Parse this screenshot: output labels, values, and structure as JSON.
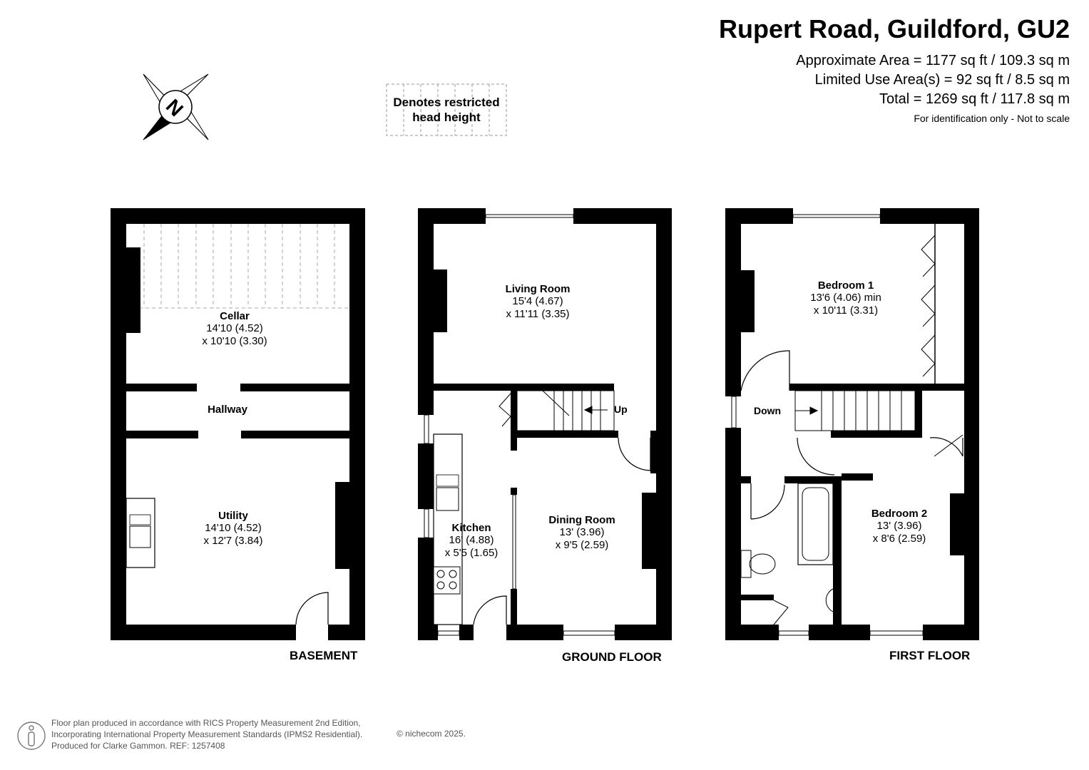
{
  "header": {
    "title": "Rupert Road, Guildford, GU2",
    "approx_area": "Approximate Area = 1177 sq ft / 109.3 sq m",
    "limited_use": "Limited Use Area(s) = 92 sq ft / 8.5 sq m",
    "total": "Total = 1269 sq ft / 117.8 sq m",
    "note": "For identification only - Not to scale"
  },
  "legend": {
    "line1": "Denotes restricted",
    "line2": "head height"
  },
  "compass": {
    "letter": "N"
  },
  "basement": {
    "label": "BASEMENT",
    "cellar": {
      "name": "Cellar",
      "dim1": "14'10 (4.52)",
      "dim2": "x 10'10 (3.30)"
    },
    "hallway": {
      "name": "Hallway"
    },
    "utility": {
      "name": "Utility",
      "dim1": "14'10 (4.52)",
      "dim2": "x 12'7 (3.84)"
    }
  },
  "ground": {
    "label": "GROUND FLOOR",
    "living": {
      "name": "Living Room",
      "dim1": "15'4 (4.67)",
      "dim2": "x 11'11 (3.35)"
    },
    "kitchen": {
      "name": "Kitchen",
      "dim1": "16' (4.88)",
      "dim2": "x 5'5 (1.65)"
    },
    "dining": {
      "name": "Dining Room",
      "dim1": "13' (3.96)",
      "dim2": "x 9'5 (2.59)"
    },
    "up": "Up"
  },
  "first": {
    "label": "FIRST FLOOR",
    "bed1": {
      "name": "Bedroom 1",
      "dim1": "13'6 (4.06) min",
      "dim2": "x 10'11 (3.31)"
    },
    "bed2": {
      "name": "Bedroom 2",
      "dim1": "13' (3.96)",
      "dim2": "x 8'6 (2.59)"
    },
    "down": "Down"
  },
  "footer": {
    "line1": "Floor plan produced in accordance with RICS Property Measurement 2nd Edition,",
    "line2": "Incorporating International Property Measurement Standards (IPMS2 Residential).",
    "line3": "Produced for Clarke Gammon.   REF:  1257408",
    "copyright": "© nichecom 2025."
  }
}
